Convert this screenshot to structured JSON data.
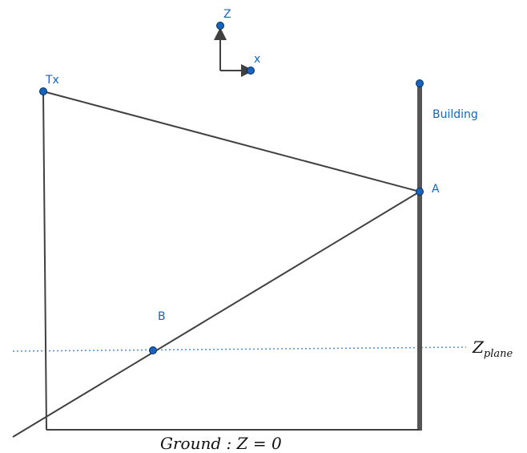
{
  "colors": {
    "line": "#404040",
    "building": "#555555",
    "point": "#1565c0",
    "point_stroke": "#0d2c5a",
    "plane": "#4a90d9",
    "label": "#1565c0",
    "math": "#111111"
  },
  "axes": {
    "z_label": "Z",
    "x_label": "x"
  },
  "labels": {
    "tx": "Tx",
    "building": "Building",
    "a": "A",
    "b": "B"
  },
  "annotations": {
    "z_plane_main": "Z",
    "z_plane_sub": "plane",
    "ground": "Ground : Z = 0"
  }
}
